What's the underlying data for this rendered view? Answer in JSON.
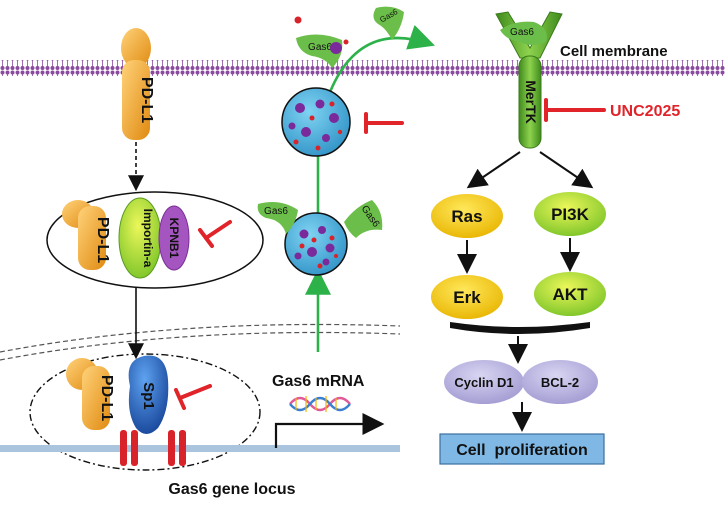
{
  "labels": {
    "cell_membrane": "Cell membrane",
    "inhibitor": "UNC2025",
    "receptor": "MerTK",
    "pdl1": "PD-L1",
    "importin": "Importin-a",
    "kpnb1": "KPNB1",
    "sp1": "Sp1",
    "gas6": "Gas6",
    "ras": "Ras",
    "pi3k": "PI3K",
    "erk": "Erk",
    "akt": "AKT",
    "cyclin_d1": "Cyclin D1",
    "bcl2": "BCL-2",
    "cell_proliferation": "Cell  proliferation",
    "gas6_mrna": "Gas6 mRNA",
    "gene_locus": "Gas6 gene locus"
  },
  "colors": {
    "inhibition": "#e0242a",
    "transport": "#2db24a",
    "membrane": "#8a4a9e",
    "vesicle": "#3aa9d8",
    "gas6": "#6cbe4a",
    "receptor": "#4f9a2a",
    "pdl1": "#f2a21c",
    "importin": "#8cc84a",
    "kpnb1": "#9a4ab0",
    "sp1": "#1e58b8",
    "signal_yellow": "#f5c400",
    "dna_bar": "#a9c4dc",
    "gene_box": "#d9232a",
    "output_box": "#7fb8e4",
    "cyclin_node": "#b7b2de"
  }
}
